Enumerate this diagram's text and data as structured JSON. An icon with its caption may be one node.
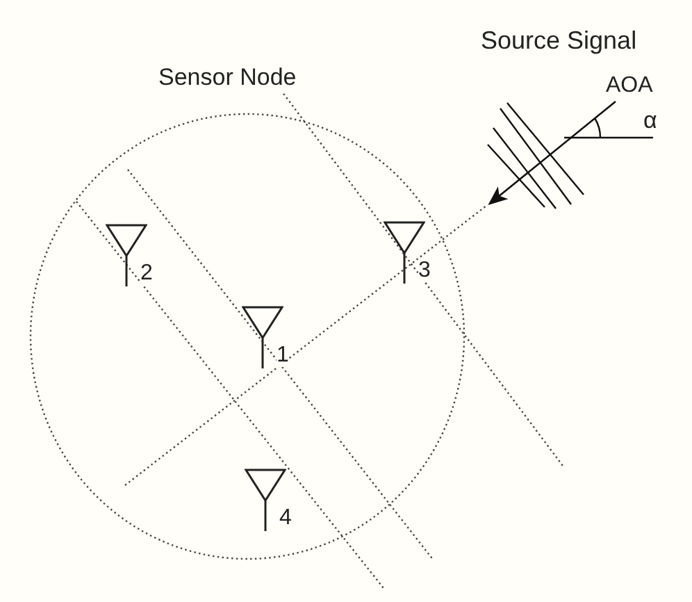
{
  "diagram": {
    "nodes": [
      {
        "text": [
          "Sensor Node"
        ]
      },
      {
        "text": [
          "2"
        ],
        "in": 0
      },
      {
        "text": [
          "3"
        ],
        "in": 0
      },
      {
        "text": [
          "1"
        ],
        "in": 0
      },
      {
        "text": [
          "4"
        ],
        "in": 0
      }
    ],
    "labels": [
      "Source Signal",
      "AOA",
      "α"
    ]
  }
}
